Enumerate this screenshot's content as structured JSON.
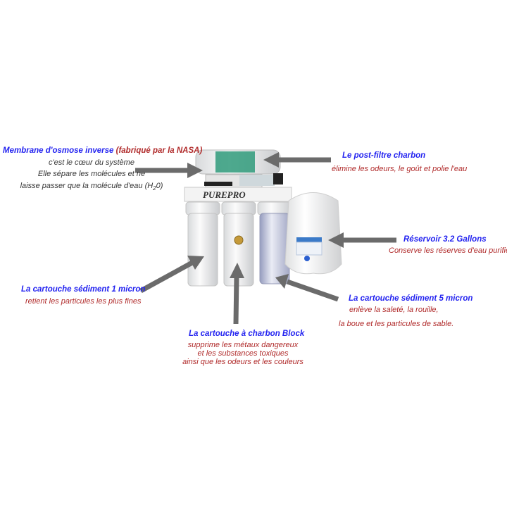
{
  "product_brand": "PUREPRO",
  "colors": {
    "title": "#2323f0",
    "description": "#b02a2a",
    "arrow": "#6b6b6b"
  },
  "membrane": {
    "title": "Membrane d'osmose inverse",
    "title_note": "(fabriqué par la NASA)",
    "lines": [
      "c'est le cœur du système",
      "Elle sépare les molécules et ne",
      "laisse passer que la molécule d'eau (H"
    ],
    "formula_sub": "2",
    "formula_end": "0)"
  },
  "post_filter": {
    "title": "Le post-filtre charbon",
    "lines": [
      "élimine les odeurs, le goût et polie l'eau"
    ]
  },
  "reservoir": {
    "title": "Réservoir 3.2 Gallons",
    "lines": [
      "Conserve les réserves d'eau purifiée"
    ]
  },
  "sediment_1": {
    "title": "La cartouche sédiment 1 micron",
    "lines": [
      "retient les particules les plus fines"
    ]
  },
  "sediment_5": {
    "title": "La cartouche sédiment 5 micron",
    "lines": [
      "enlève la saleté, la rouille,",
      "la boue et les particules de sable."
    ]
  },
  "carbon_block": {
    "title": "La cartouche à charbon Block",
    "lines": [
      "supprime les métaux dangereux",
      "et les substances toxiques",
      "ainsi que les odeurs et les couleurs"
    ]
  }
}
